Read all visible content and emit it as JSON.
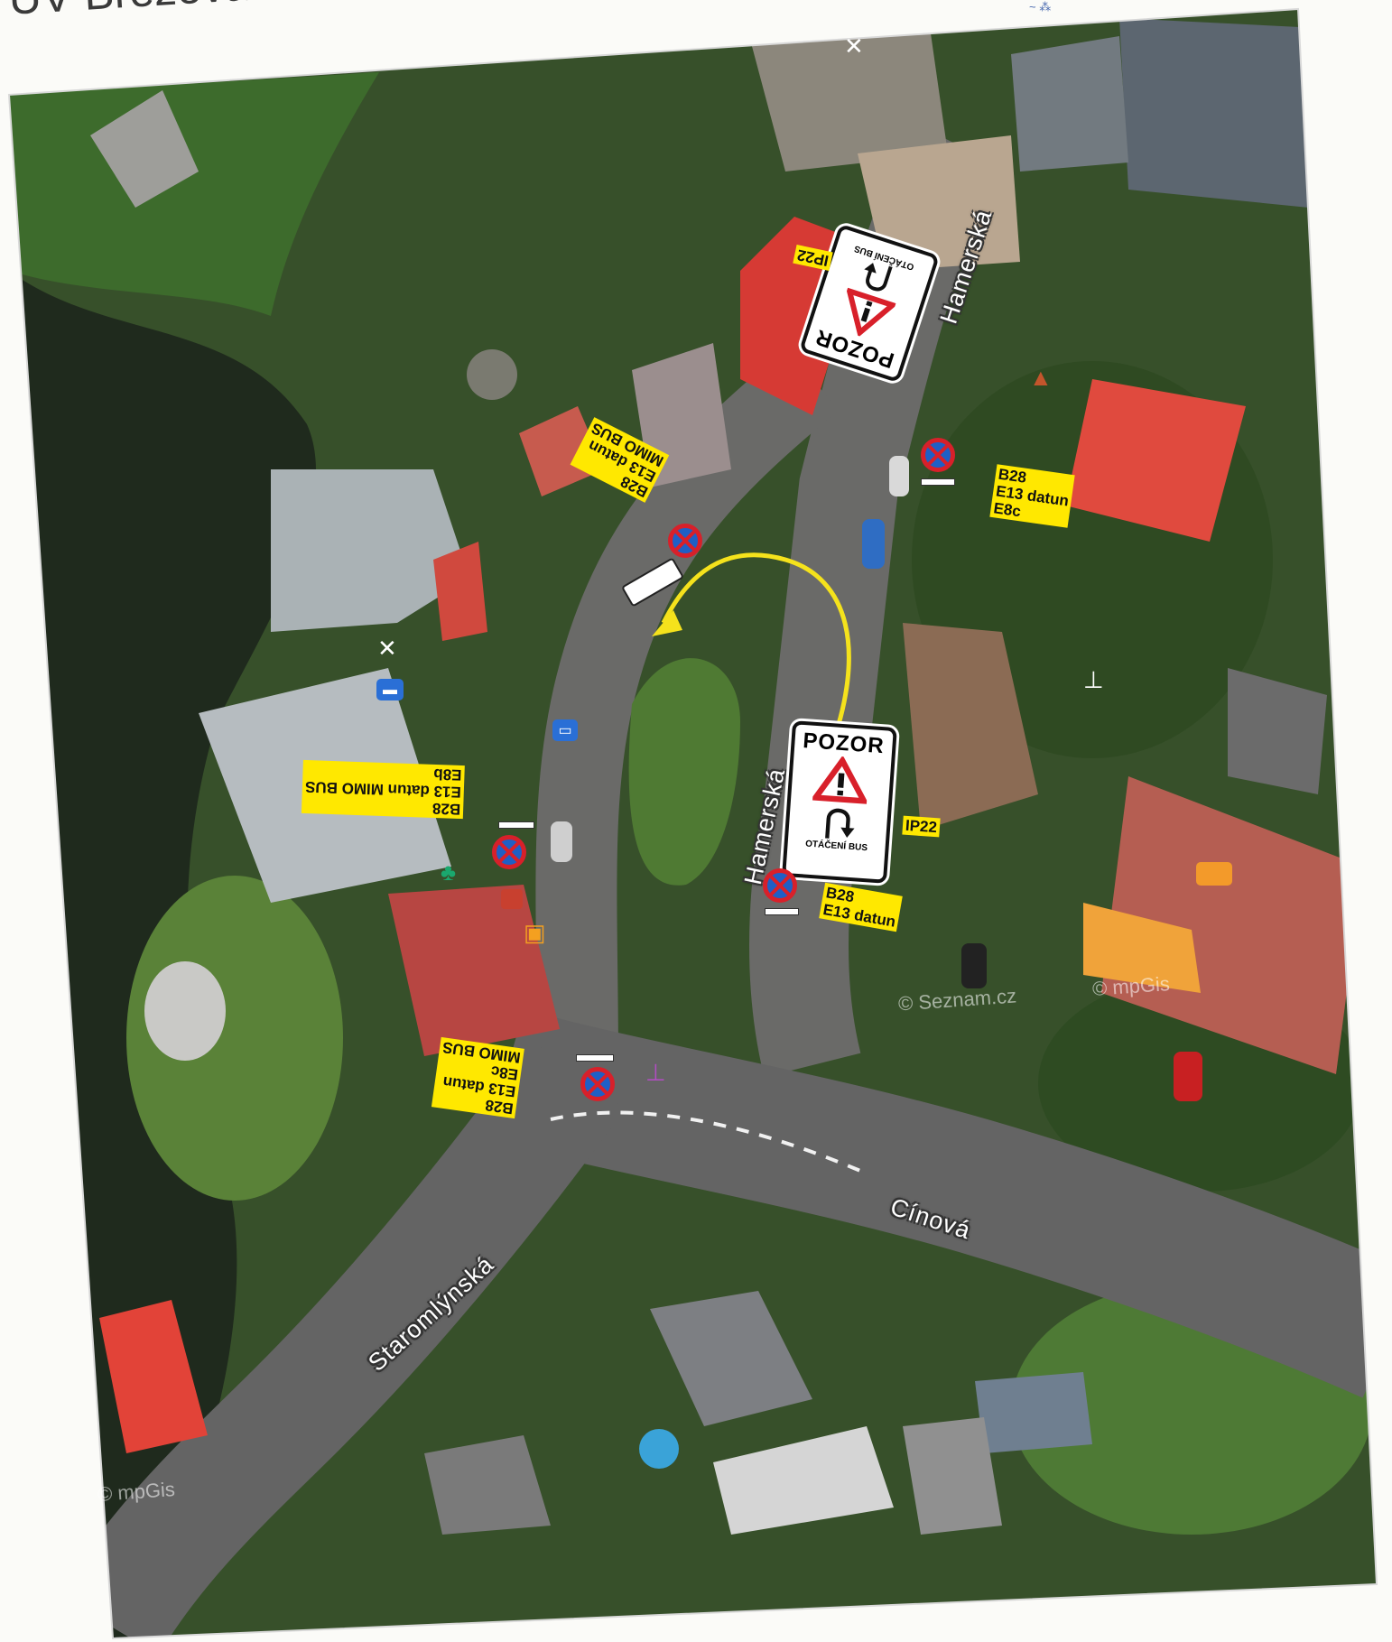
{
  "header": {
    "title": "ÚV Březová - Dio"
  },
  "streets": {
    "hamerska_top": "Hamerská",
    "hamerska_mid": "Hamerská",
    "cinova": "Cínová",
    "staromlynska": "Staromlýnská"
  },
  "signs": {
    "pozor_label": "POZOR",
    "otaceni_label": "OTÁČENÍ BUS",
    "ip22": "IP22"
  },
  "labels": {
    "top_right": "B28\nE13 datun\nE8c",
    "top_left": "B28\nE13 datun\nMIMO BUS",
    "mid_left": "B28\nE13 datun MIMO BUS\nE8b",
    "mid_right": "B28\nE13 datun",
    "bottom_left": "B28\nE13 datun\nE8c\nMIMO BUS"
  },
  "watermarks": {
    "seznam": "© Seznam.cz",
    "mpgis": "© mpGis"
  },
  "colors": {
    "sign_red": "#d8202a",
    "sign_blue": "#1f5fc6",
    "label_yellow": "#ffe800",
    "arrow_yellow": "#f5e21c"
  }
}
